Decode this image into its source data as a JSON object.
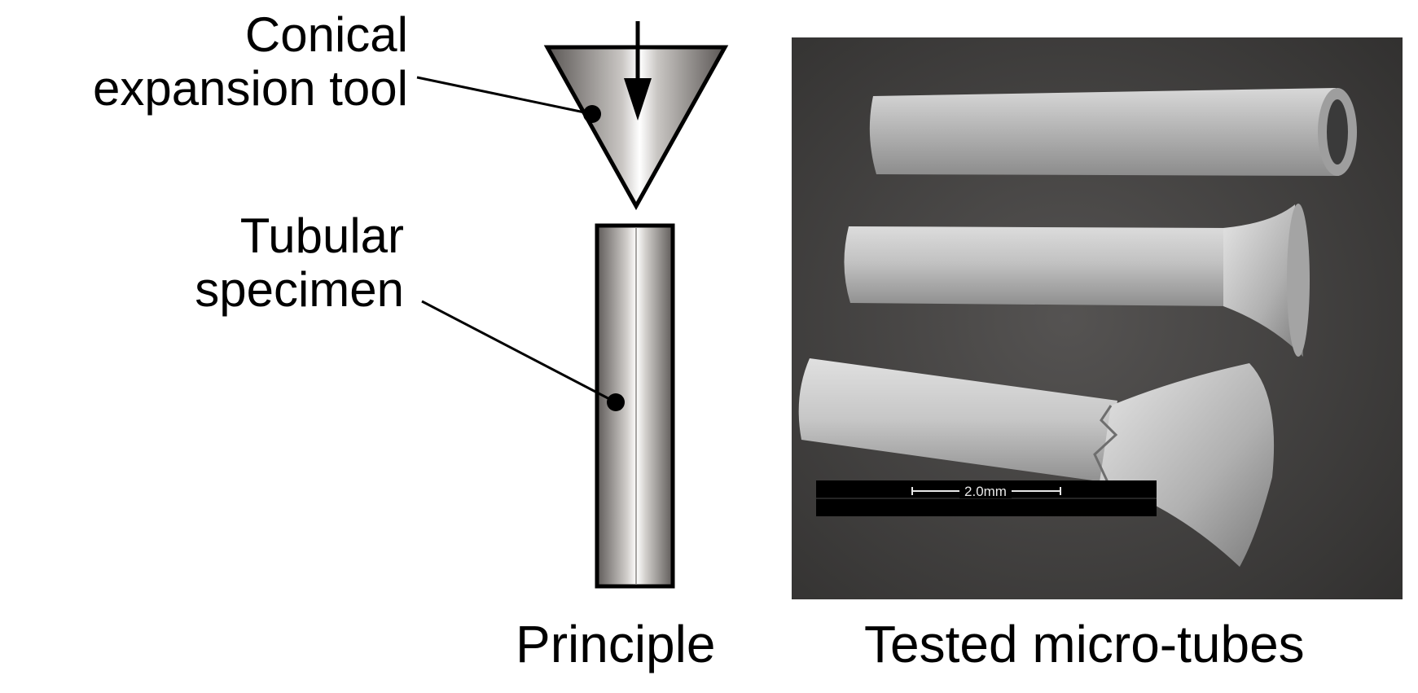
{
  "labels": {
    "tool_line1": "Conical",
    "tool_line2": "expansion tool",
    "specimen_line1": "Tubular",
    "specimen_line2": "specimen"
  },
  "captions": {
    "principle": "Principle",
    "tested": "Tested micro-tubes"
  },
  "micrograph": {
    "scale_bar_label": "2.0mm",
    "tubes": [
      "unexpanded tube",
      "flared tube",
      "fractured flared tube"
    ]
  },
  "colors": {
    "panel_background": "#3c3c3c",
    "tube_surface": "#b4b4b4",
    "outline": "#000000"
  }
}
